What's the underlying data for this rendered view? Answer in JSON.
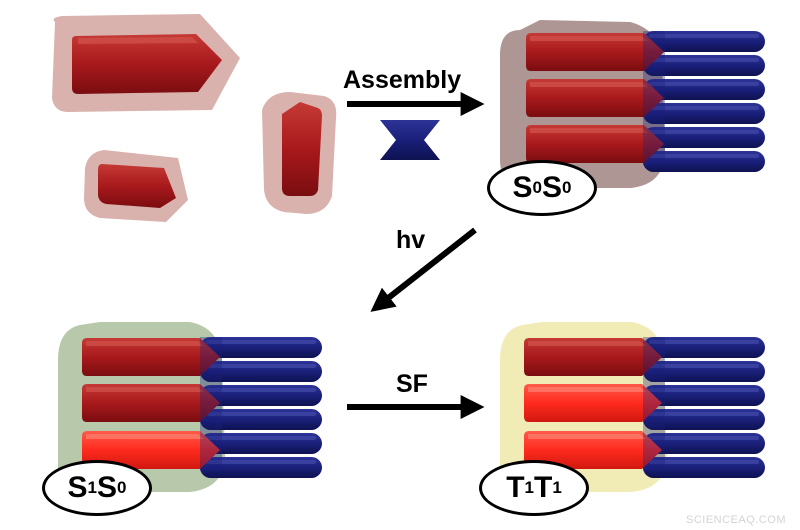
{
  "arrows": {
    "assembly": "Assembly",
    "excitation": "hv",
    "fission": "SF"
  },
  "states": {
    "ground": {
      "a": "S",
      "a_sub": "0",
      "b": "S",
      "b_sub": "0"
    },
    "singlet": {
      "a": "S",
      "a_sub": "1",
      "b": "S",
      "b_sub": "0"
    },
    "triplet": {
      "a": "T",
      "a_sub": "1",
      "b": "T",
      "b_sub": "1"
    }
  },
  "colors": {
    "donor_dark": "#a8191c",
    "donor_excited": "#ff2a1e",
    "acceptor_blue": "#1a1f7a",
    "ground_halo": "#8a6a66",
    "singlet_halo": "#9fb58f",
    "triplet_halo": "#efe9a8",
    "monomer_halo": "#d9b1ad"
  },
  "watermark": "SCIENCEAQ.COM"
}
